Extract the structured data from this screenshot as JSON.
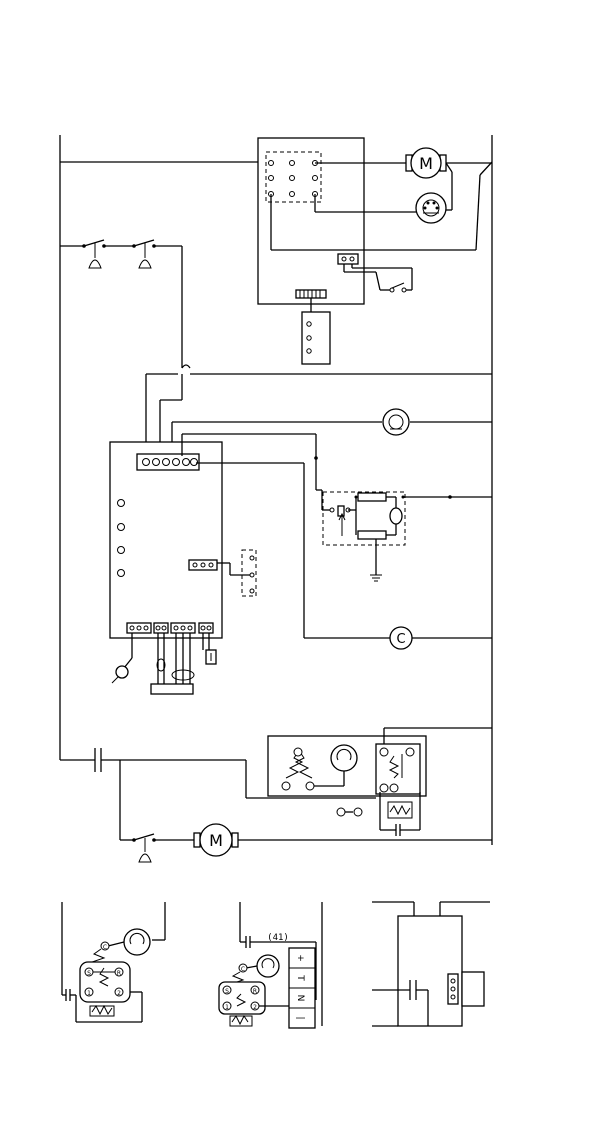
{
  "labels": {
    "motor_top": "M",
    "motor_bottom": "M",
    "compressor": "C",
    "inset_terminal_c": "C",
    "inset_terminal_s": "S",
    "inset_terminal_r": "R",
    "inset_terminal_1": "1",
    "inset_terminal_2": "2",
    "inset2_terminal_c": "C",
    "inset2_terminal_s": "S",
    "inset2_terminal_r": "R",
    "inset2_terminal_1": "1",
    "inset2_terminal_2": "2",
    "inset2_cap": "(41)",
    "inset2_block_1": "+",
    "inset2_block_2": "T",
    "inset2_block_3": "N",
    "inset2_block_4": "|"
  }
}
